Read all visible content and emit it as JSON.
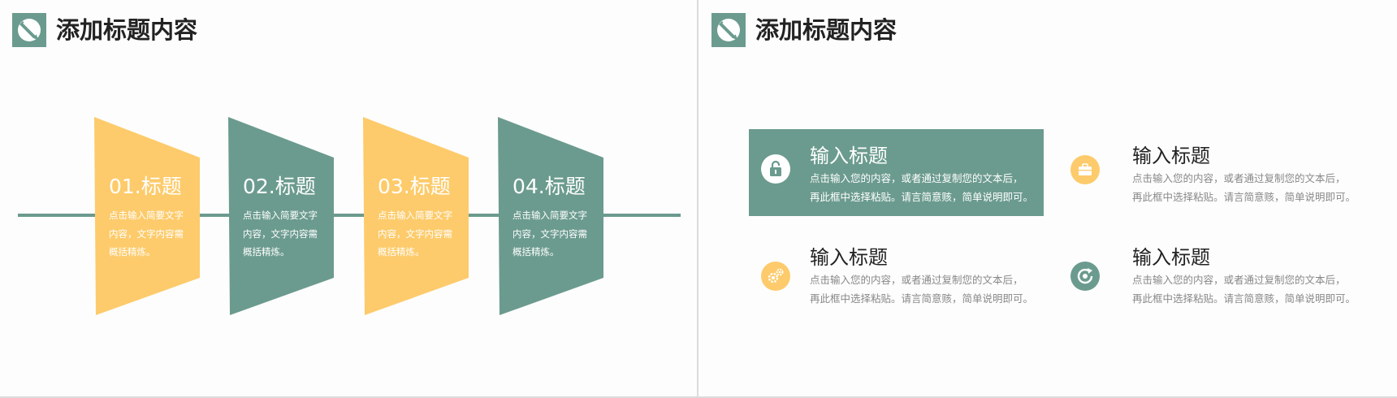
{
  "colors": {
    "green": "#6b9b8e",
    "yellow": "#fdcb6b",
    "text": "#222222",
    "muted": "#888888"
  },
  "left_slide": {
    "title": "添加标题内容",
    "logo_icon": "pen-icon",
    "steps": [
      {
        "title": "01.标题",
        "desc": "点击输入简要文字内容，文字内容需概括精炼。",
        "color": "yellow"
      },
      {
        "title": "02.标题",
        "desc": "点击输入简要文字内容，文字内容需概括精炼。",
        "color": "green"
      },
      {
        "title": "03.标题",
        "desc": "点击输入简要文字内容，文字内容需概括精炼。",
        "color": "yellow"
      },
      {
        "title": "04.标题",
        "desc": "点击输入简要文字内容，文字内容需概括精炼。",
        "color": "green"
      }
    ]
  },
  "right_slide": {
    "title": "添加标题内容",
    "logo_icon": "pen-icon",
    "features": [
      {
        "title": "输入标题",
        "line1": "点击输入您的内容，或者通过复制您的文本后，",
        "line2": "再此框中选择粘贴。请言简意赅，简单说明即可。",
        "icon": "lock-icon",
        "highlighted": true
      },
      {
        "title": "输入标题",
        "line1": "点击输入您的内容，或者通过复制您的文本后，",
        "line2": "再此框中选择粘贴。请言简意赅，简单说明即可。",
        "icon": "briefcase-icon",
        "highlighted": false
      },
      {
        "title": "输入标题",
        "line1": "点击输入您的内容，或者通过复制您的文本后，",
        "line2": "再此框中选择粘贴。请言简意赅，简单说明即可。",
        "icon": "gears-icon",
        "highlighted": false
      },
      {
        "title": "输入标题",
        "line1": "点击输入您的内容，或者通过复制您的文本后，",
        "line2": "再此框中选择粘贴。请言简意赅，简单说明即可。",
        "icon": "refresh-icon",
        "highlighted": false
      }
    ]
  }
}
